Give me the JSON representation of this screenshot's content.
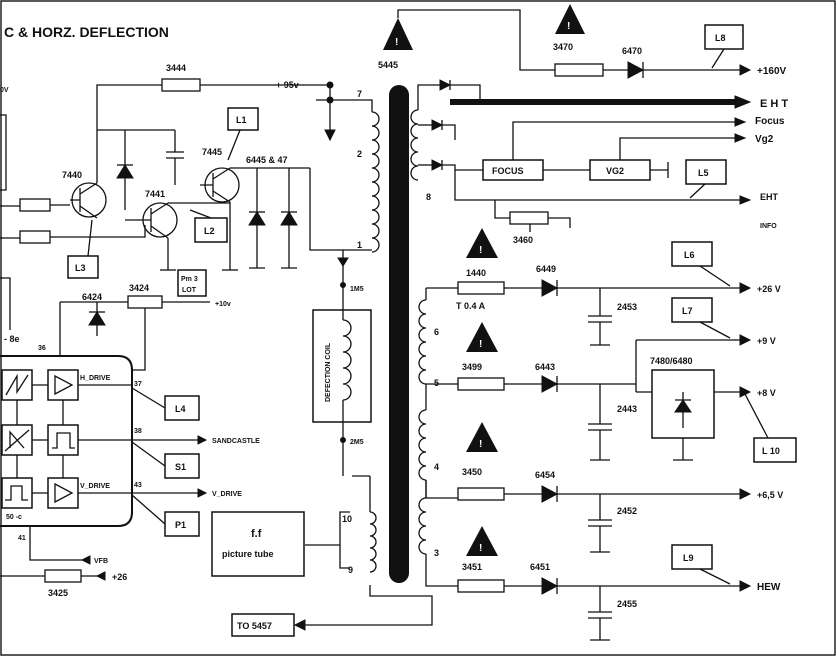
{
  "title": "C & HORZ. DEFLECTION",
  "top_left_fragment": "0V",
  "components": {
    "r3444": "3444",
    "supply_95v": "+ 95v",
    "q7440": "7440",
    "q7441": "7441",
    "q7445": "7445",
    "d6445_47": "6445 & 47",
    "r3424": "3424",
    "d6424": "6424",
    "plus10v": "+10v",
    "r3425": "3425",
    "r3470": "3470",
    "d6470": "6470",
    "t5445": "5445",
    "r3460": "3460",
    "f1440": "1440",
    "fuse_rating": "T 0.4 A",
    "d6449": "6449",
    "c2453": "2453",
    "r3499": "3499",
    "d6443": "6443",
    "c2443": "2443",
    "reg": "7480/6480",
    "r3450": "3450",
    "d6454": "6454",
    "c2452": "2452",
    "r3451": "3451",
    "d6451": "6451",
    "c2455": "2455",
    "pm3": "Pm 3",
    "lot": "LOT",
    "focus_box": "FOCUS",
    "vg2_box": "VG2",
    "coil_label": "DEFECTION COIL",
    "m1": "1M5",
    "m2": "2M5",
    "ff": "f.f",
    "picture_tube": "picture tube",
    "to5457": "TO 5457"
  },
  "pins": {
    "p7": "7",
    "p2": "2",
    "p1": "1",
    "p8": "8",
    "p6": "6",
    "p5": "5",
    "p4": "4",
    "p3": "3",
    "p10": "10",
    "p9": "9",
    "ic36": "36",
    "ic37": "37",
    "ic38": "38",
    "ic43": "43",
    "ic41": "41",
    "ic_freq": "50 -c",
    "neg": "- 8e"
  },
  "signals": {
    "h_drive": "H_DRIVE",
    "v_drive_in": "V_DRIVE",
    "sandcastle": "SANDCASTLE",
    "v_drive": "V_DRIVE",
    "vfb": "VFB",
    "plus26_left": "+26"
  },
  "outputs": {
    "v160": "+160V",
    "eht": "E H T",
    "focus": "Focus",
    "vg2": "Vg2",
    "eht_info1": "EHT",
    "eht_info2": "INFO",
    "v26": "+26 V",
    "v9": "+9 V",
    "v8": "+8 V",
    "v65": "+6,5 V",
    "hew": "HEW"
  },
  "callouts": {
    "l1": "L1",
    "l2": "L2",
    "l3": "L3",
    "l4": "L4",
    "l5": "L5",
    "l6": "L6",
    "l7": "L7",
    "l8": "L8",
    "l9": "L9",
    "l10": "L 10",
    "s1": "S1",
    "p1": "P1"
  },
  "warning_glyph": "!"
}
